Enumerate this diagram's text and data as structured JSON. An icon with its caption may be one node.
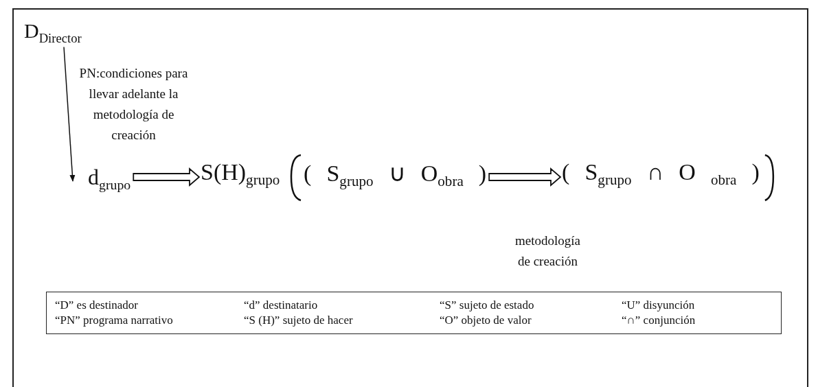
{
  "diagram": {
    "nodes": [
      {
        "text": [
          "D$_{Director}$"
        ]
      },
      {
        "text": [
          "d$_{grupo}$"
        ]
      },
      {
        "text": [
          "S(H)$_{grupo}$"
        ]
      },
      {
        "text": [
          "( S$_{grupo}$ ∪ O$_{obra}$ )"
        ]
      },
      {
        "text": [
          "( S$_{grupo}$ ∩ O $_{obra}$ )"
        ]
      },
      {
        "text": [
          "“D” es destinador",
          "“d” destinatario",
          "“S” sujeto de estado",
          "“U” disyunción",
          "“PN” programa narrativo",
          "“S (H)” sujeto de hacer",
          "“O” objeto de valor",
          "“∩” conjunción"
        ]
      }
    ],
    "edges": [
      {
        "from": 0,
        "to": 1,
        "arrow": "to",
        "label": "PN:condiciones para llevar adelante la metodología de creación"
      },
      {
        "from": 1,
        "to": 2,
        "arrow": "to",
        "style": "thick"
      },
      {
        "from": 3,
        "to": 4,
        "arrow": "to",
        "style": "thick",
        "label": "metodología de creación"
      }
    ]
  }
}
